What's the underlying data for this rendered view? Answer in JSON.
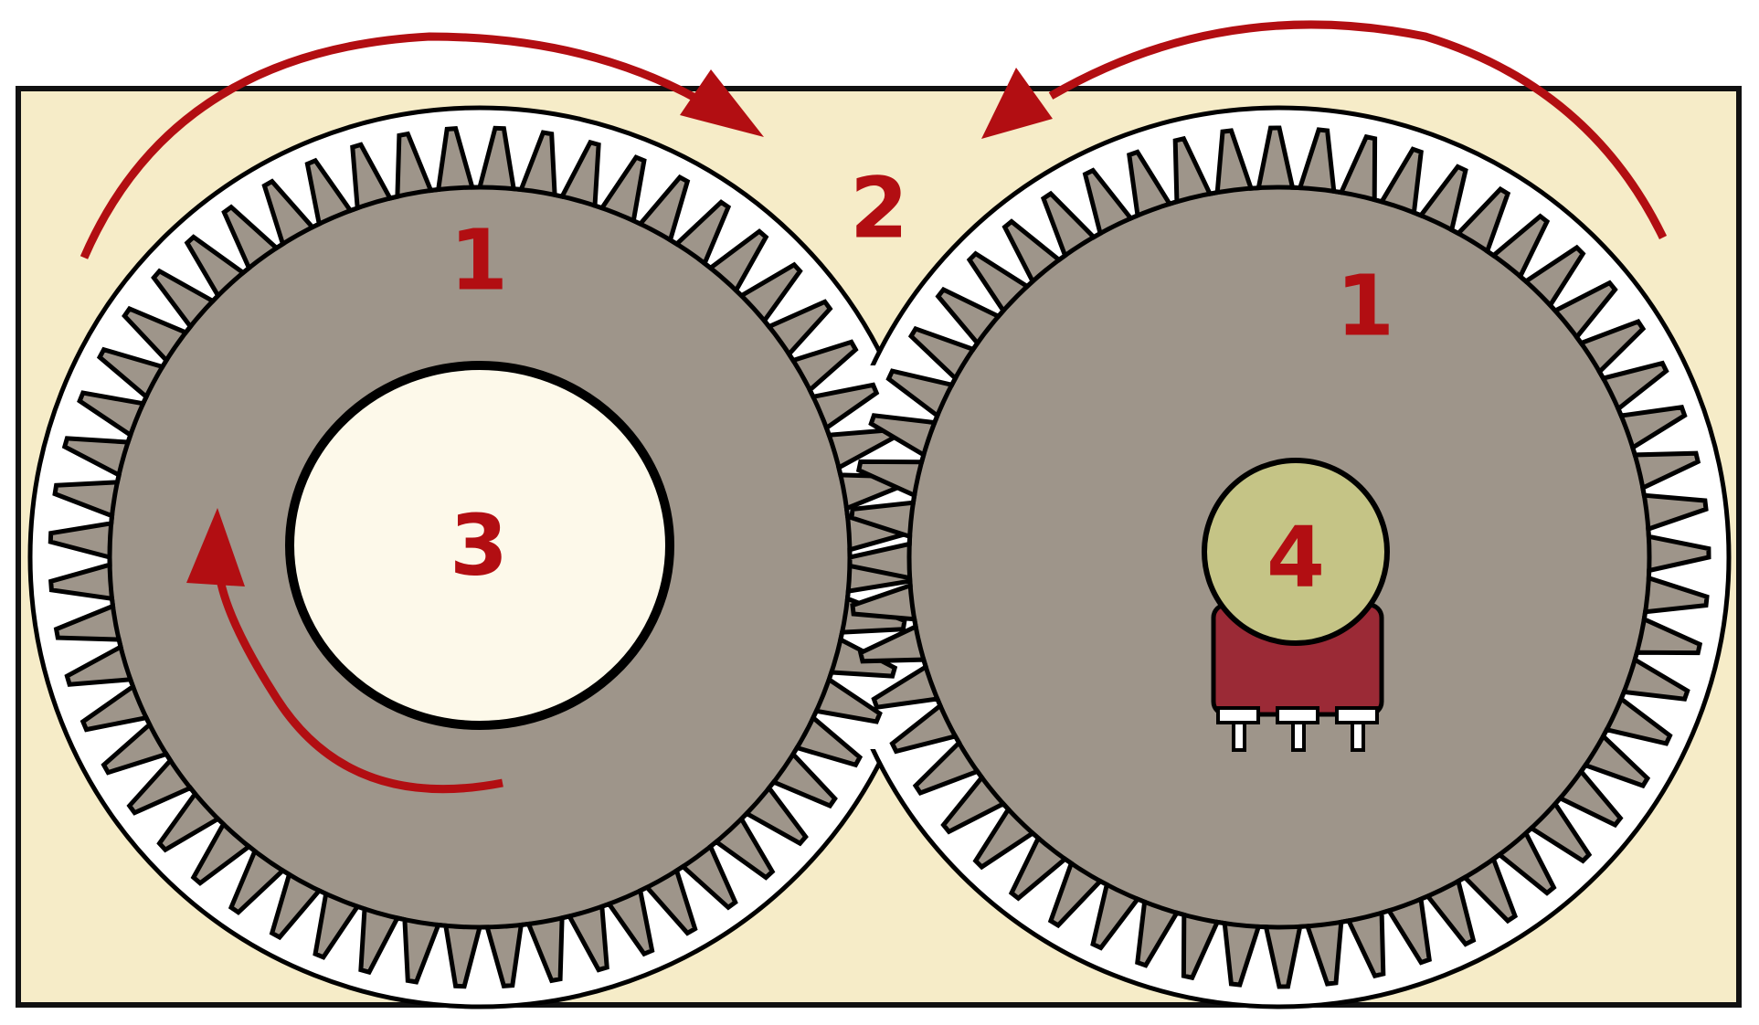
{
  "labels": {
    "gear_left": "1",
    "gap": "2",
    "bore": "3",
    "gear_right": "1",
    "sensor": "4"
  },
  "gear_teeth": 56,
  "colors": {
    "background": "#f6ecc8",
    "frame_stroke": "#111111",
    "gear_fill": "#9e958a",
    "casing_fill": "#ffffff",
    "outline": "#000000",
    "bore_fill": "#fdf9ea",
    "sensor_head": "#c5c486",
    "sensor_body": "#9b2a36",
    "accent": "#b20e12"
  }
}
